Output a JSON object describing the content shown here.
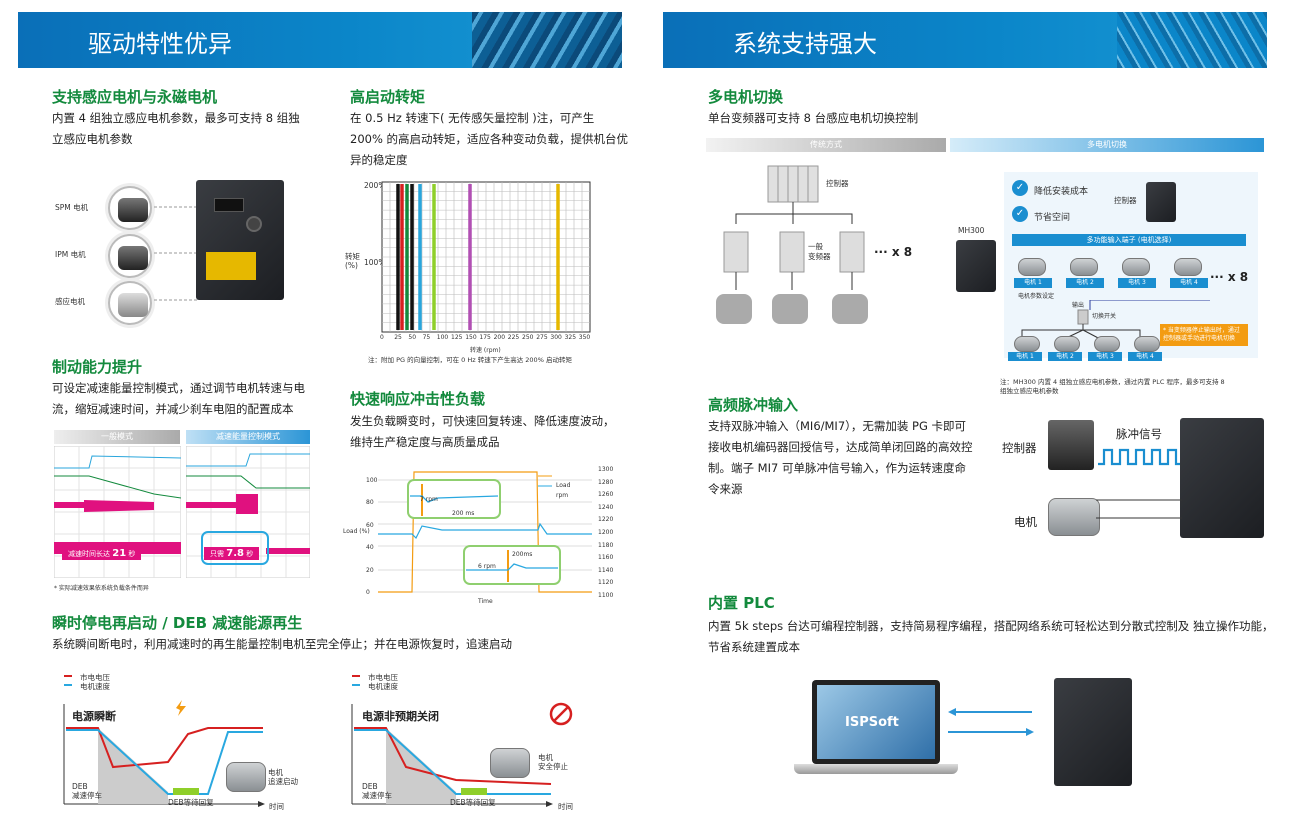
{
  "left": {
    "banner_title": "驱动特性优异",
    "motor_support": {
      "title": "支持感应电机与永磁电机",
      "body": "内置 4 组独立感应电机参数，最多可支持 8 组独立感应电机参数",
      "labels": [
        "SPM 电机",
        "IPM 电机",
        "感应电机"
      ]
    },
    "high_torque": {
      "title": "高启动转矩",
      "body": "在 0.5 Hz  转速下( 无传感矢量控制 )注，可产生 200% 的高启动转矩，适应各种变动负载，提供机台优异的稳定度",
      "y_label": "转矩\n(%)",
      "y_ticks": [
        "200%",
        "100%"
      ],
      "x_ticks": [
        "0",
        "25",
        "50",
        "75",
        "100",
        "125",
        "150",
        "175",
        "200",
        "225",
        "250",
        "275",
        "300",
        "325",
        "350"
      ],
      "x_label": "转速 (rpm)",
      "note": "注：附加 PG 的向量控制，可在 0 Hz 转速下产生高达 200% 启动转矩"
    },
    "braking": {
      "title": "制动能力提升",
      "body": "可设定减速能量控制模式，通过调节电机转速与电流，缩短减速时间，并减少刹车电阻的配置成本",
      "tab_normal": "一般模式",
      "tab_control": "减速能量控制模式",
      "time_normal_prefix": "减速时间长达",
      "time_normal": "21",
      "time_control_prefix": "只需",
      "time_control": "7.8",
      "unit": "秒",
      "footnote": "* 实际减速效果依系统负载条件而异"
    },
    "impact": {
      "title": "快速响应冲击性负载",
      "body": "发生负载瞬变时，可快速回复转速、降低速度波动，维持生产稳定度与高质量成品",
      "left_ticks": [
        "100",
        "80",
        "60",
        "40",
        "20",
        "0"
      ],
      "right_ticks": [
        "1300",
        "1280",
        "1260",
        "1240",
        "1220",
        "1200",
        "1180",
        "1160",
        "1140",
        "1120",
        "1100"
      ],
      "y_label": "Load (%)",
      "x_label": "Time",
      "legend_load": "Load",
      "legend_rpm": "rpm",
      "box1_rpm": "7 rpm",
      "box1_ms": "200 ms",
      "box2_rpm": "6 rpm",
      "box2_ms": "200ms"
    },
    "restart": {
      "title": "瞬时停电再启动 / DEB 减速能源再生",
      "body": "系统瞬间断电时，利用减速时的再生能量控制电机至完全停止；并在电源恢复时，追速启动",
      "legend_voltage": "市电电压",
      "legend_speed": "电机速度",
      "chart1_title": "电源瞬断",
      "chart1_deb": "DEB\n减速停车",
      "chart1_wait": "DEB等待回复",
      "chart1_motor": "电机\n追速启动",
      "chart2_title": "电源非预期关闭",
      "chart2_deb": "DEB\n减速停车",
      "chart2_wait": "DEB等待回复",
      "chart2_motor": "电机\n安全停止",
      "time_label": "时间"
    }
  },
  "right": {
    "banner_title": "系统支持强大",
    "multi_motor": {
      "title": "多电机切换",
      "body": "单台变频器可支持 8 台感应电机切换控制",
      "tab_traditional": "传统方式",
      "tab_multi": "多电机切换",
      "controller": "控制器",
      "general_inverter": "一般\n变频器",
      "times8": "··· x 8",
      "cost": "降低安装成本",
      "space": "节省空间",
      "mh300": "MH300",
      "input_terminal": "多功能输入端子 (电机选择)",
      "motors": [
        "电机 1",
        "电机 2",
        "电机 3",
        "电机 4"
      ],
      "motor_param": "电机参数设定",
      "output": "输出",
      "switch": "切换开关",
      "warning": "* 当变频器停止输出时，通过控制器或手动进行电机切换",
      "note": "注：MH300 内置 4 组独立感应电机参数，通过内置 PLC 程序，最多可支持 8 组独立感应电机参数"
    },
    "pulse": {
      "title": "高频脉冲输入",
      "body": "支持双脉冲输入（MI6/MI7），无需加装 PG 卡即可接收电机编码器回授信号，达成简单闭回路的高效控制。端子 MI7 可单脉冲信号输入，作为运转速度命令来源",
      "controller": "控制器",
      "pulse_signal": "脉冲信号",
      "motor": "电机"
    },
    "plc": {
      "title": "内置 PLC",
      "body": "内置  5k steps 台达可编程控制器，支持简易程序编程，搭配网络系统可轻松达到分散式控制及   独立操作功能，节省系统建置成本",
      "software": "ISPSoft"
    }
  },
  "colors": {
    "green": "#138a3d",
    "blue": "#0b86c9",
    "magenta": "#e0117f",
    "orange": "#f39c12"
  }
}
